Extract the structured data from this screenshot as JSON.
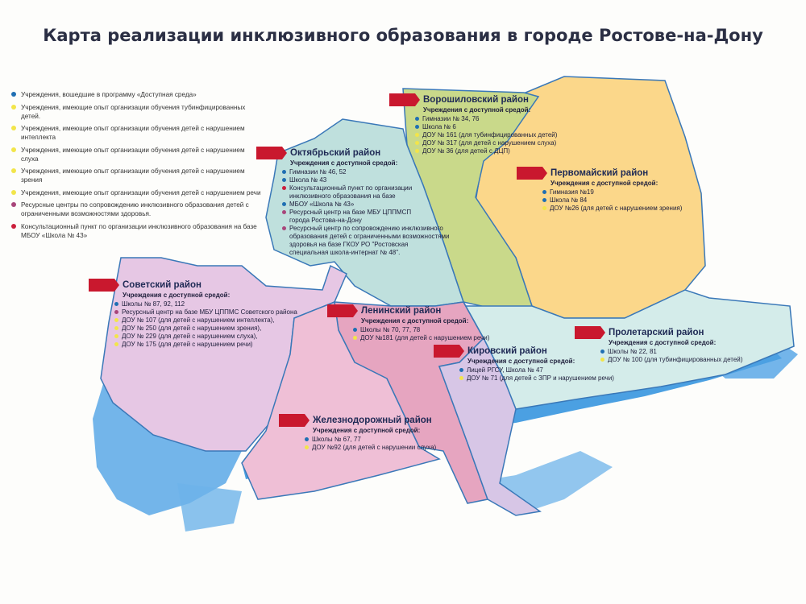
{
  "title": "Карта реализации инклюзивного образования в городе Ростове-на-Дону",
  "colors": {
    "program": "#1f6fb3",
    "hearing_impaired_exp": "#f2e54a",
    "resource_center": "#a8457a",
    "consult_point": "#cc1f3c",
    "flag": "#c9182e"
  },
  "legend": [
    {
      "marker": "program",
      "text": "Учреждения, вошедшие в программу «Доступная среда»"
    },
    {
      "marker": "hearing_impaired_exp",
      "text": "Учреждения, имеющие опыт организации обучения тубинфицированных детей."
    },
    {
      "marker": "hearing_impaired_exp",
      "text": "Учреждения, имеющие опыт организации обучения детей с нарушением интеллекта"
    },
    {
      "marker": "hearing_impaired_exp",
      "text": "Учреждения, имеющие опыт организации обучения детей с нарушением слуха"
    },
    {
      "marker": "hearing_impaired_exp",
      "text": "Учреждения, имеющие опыт организации обучения детей с нарушением зрения"
    },
    {
      "marker": "hearing_impaired_exp",
      "text": "Учреждения, имеющие опыт организации обучения детей с нарушением речи"
    },
    {
      "marker": "resource_center",
      "text": "Ресурсные центры по сопровождению инклюзивного образования детей с ограниченными возможностями здоровья."
    },
    {
      "marker": "consult_point",
      "text": "Консультационный пункт по организации инклюзивного образования на базе МБОУ «Школа № 43»"
    }
  ],
  "districts": {
    "voroshilovsky": {
      "name": "Ворошиловский район",
      "subtitle": "Учреждения с доступной средой:",
      "items": [
        {
          "marker": "program",
          "text": "Гимназии № 34, 76"
        },
        {
          "marker": "program",
          "text": "Школа № 6"
        },
        {
          "marker": "hearing_impaired_exp",
          "text": "ДОУ № 161 (для тубинфицированных детей)"
        },
        {
          "marker": "hearing_impaired_exp",
          "text": "ДОУ № 317 (для детей с нарушением слуха)"
        },
        {
          "marker": "hearing_impaired_exp",
          "text": "ДОУ № 36 (для детей с ДЦП)"
        }
      ]
    },
    "oktyabrsky": {
      "name": "Октябрьский район",
      "subtitle": "Учреждения с доступной средой:",
      "items": [
        {
          "marker": "program",
          "text": "Гимназии № 46, 52"
        },
        {
          "marker": "program",
          "text": "Школа № 43"
        },
        {
          "marker": "consult_point",
          "text": "Консультационный пункт по организации\nинклюзивного образования на базе"
        },
        {
          "marker": "program",
          "text": "МБОУ «Школа № 43»"
        },
        {
          "marker": "resource_center",
          "text": "Ресурсный центр на базе МБУ ЦППМСП\nгорода Ростова-на-Дону"
        },
        {
          "marker": "resource_center",
          "text": "Ресурсный центр по сопровождению инклюзивного\nобразования детей с ограниченными возможностями\nздоровья на базе ГКОУ РО \"Ростовская\nспециальная школа-интернат № 48\"."
        }
      ]
    },
    "pervomaisky": {
      "name": "Первомайский район",
      "subtitle": "Учреждения с доступной средой:",
      "items": [
        {
          "marker": "program",
          "text": "Гимназия №19"
        },
        {
          "marker": "program",
          "text": "Школа № 84"
        },
        {
          "marker": "hearing_impaired_exp",
          "text": "ДОУ №26 (для детей с нарушением зрения)"
        }
      ]
    },
    "sovetsky": {
      "name": "Советский район",
      "subtitle": "Учреждения с доступной средой:",
      "items": [
        {
          "marker": "program",
          "text": "Школы № 87, 92, 112"
        },
        {
          "marker": "resource_center",
          "text": "Ресурсный центр на базе МБУ ЦППМС Советского района"
        },
        {
          "marker": "hearing_impaired_exp",
          "text": "ДОУ № 107 (для детей с нарушением интеллекта),"
        },
        {
          "marker": "hearing_impaired_exp",
          "text": "ДОУ № 250 (для детей с нарушением зрения),"
        },
        {
          "marker": "hearing_impaired_exp",
          "text": "ДОУ № 229 (для детей с нарушением слуха),"
        },
        {
          "marker": "hearing_impaired_exp",
          "text": "ДОУ № 175 (для детей с нарушением речи)"
        }
      ]
    },
    "leninsky": {
      "name": "Ленинский район",
      "subtitle": "Учреждения с доступной средой:",
      "items": [
        {
          "marker": "program",
          "text": "Школы № 70, 77, 78"
        },
        {
          "marker": "hearing_impaired_exp",
          "text": "ДОУ №181 (для детей с нарушением речи)"
        }
      ]
    },
    "kirovsky": {
      "name": "Кировский район",
      "subtitle": "Учреждения с доступной средой:",
      "items": [
        {
          "marker": "program",
          "text": "Лицей РГСУ, Школа № 47"
        },
        {
          "marker": "hearing_impaired_exp",
          "text": "ДОУ № 71 (для детей с ЗПР и нарушением речи)"
        }
      ]
    },
    "proletarsky": {
      "name": "Пролетарский район",
      "subtitle": "Учреждения с доступной средой:",
      "items": [
        {
          "marker": "program",
          "text": "Школы № 22, 81"
        },
        {
          "marker": "hearing_impaired_exp",
          "text": "ДОУ № 100 (для тубинфицированных детей)"
        }
      ]
    },
    "zheleznodorozhny": {
      "name": "Железнодорожный район",
      "subtitle": "Учреждения с доступной средой:",
      "items": [
        {
          "marker": "program",
          "text": "Школы № 67, 77"
        },
        {
          "marker": "hearing_impaired_exp",
          "text": "ДОУ №92 (для детей с нарушении слуха)"
        }
      ]
    }
  }
}
